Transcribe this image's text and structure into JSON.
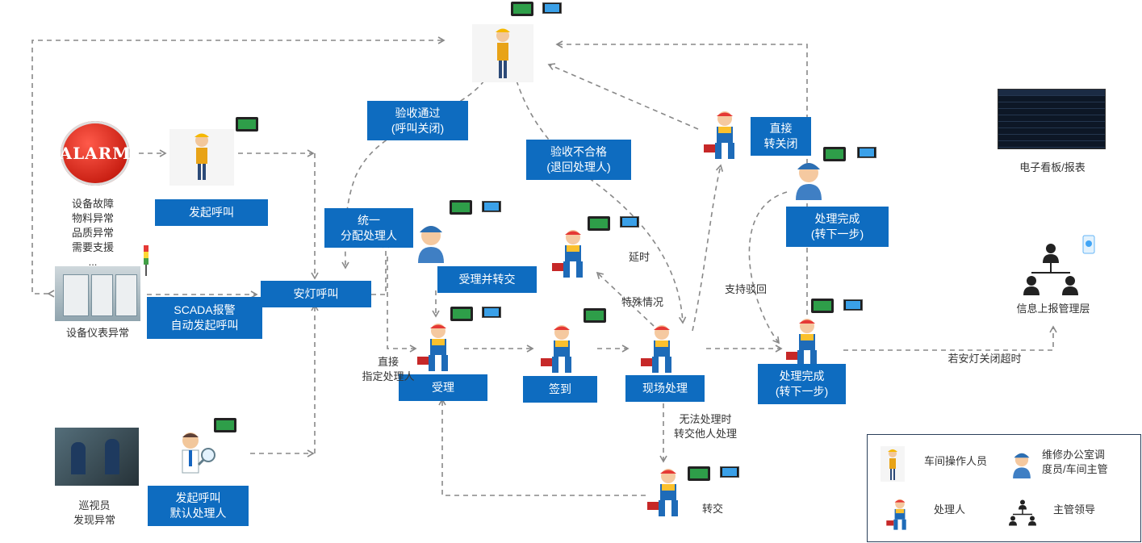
{
  "labels": {
    "issues": "设备故障\n物料异常\n品质异常\n需要支援\n...",
    "instrument_anomaly": "设备仪表异常",
    "inspector": "巡视员\n发现异常",
    "e_board": "电子看板/报表",
    "report_mgmt": "信息上报管理层",
    "delay": "延时",
    "special": "特殊情况",
    "support_reject": "支持驳回",
    "cannot_handle": "无法处理时\n转交他人处理",
    "direct_assign": "直接\n指定处理人",
    "timeout": "若安灯关闭超时",
    "transfer": "转交"
  },
  "boxes": {
    "initiate_call": "发起呼叫",
    "scada": "SCADA报警\n自动发起呼叫",
    "andon_call": "安灯呼叫",
    "initiate_default": "发起呼叫\n默认处理人",
    "accept_pass": "验收通过\n(呼叫关闭)",
    "accept_fail": "验收不合格\n(退回处理人)",
    "unified_assign": "统一\n分配处理人",
    "accept_transfer": "受理并转交",
    "accept": "受理",
    "sign_in": "签到",
    "onsite": "现场处理",
    "direct_close": "直接\n转关闭",
    "done_next_top": "处理完成\n(转下一步)",
    "done_next_bottom": "处理完成\n(转下一步)"
  },
  "alarm_text": "ALARM",
  "legend": {
    "operator": "车间操作人员",
    "dispatcher": "维修办公室调\n度员/车间主管",
    "handler": "处理人",
    "leader": "主管领导"
  },
  "icons": {
    "operator": "worker-yellow-hat-icon",
    "dispatcher": "dispatcher-blue-cap-icon",
    "handler": "repairman-toolbox-icon",
    "leader": "org-hierarchy-icon",
    "tablet": "tablet-icon",
    "computer": "computer-icon",
    "phone": "phone-icon",
    "alarm": "alarm-button-icon",
    "inspector": "magnifier-man-icon",
    "signal_light": "stack-light-icon"
  },
  "colors": {
    "box": "#0e6cc0",
    "arrow": "#888888",
    "box_text": "#ffffff"
  }
}
